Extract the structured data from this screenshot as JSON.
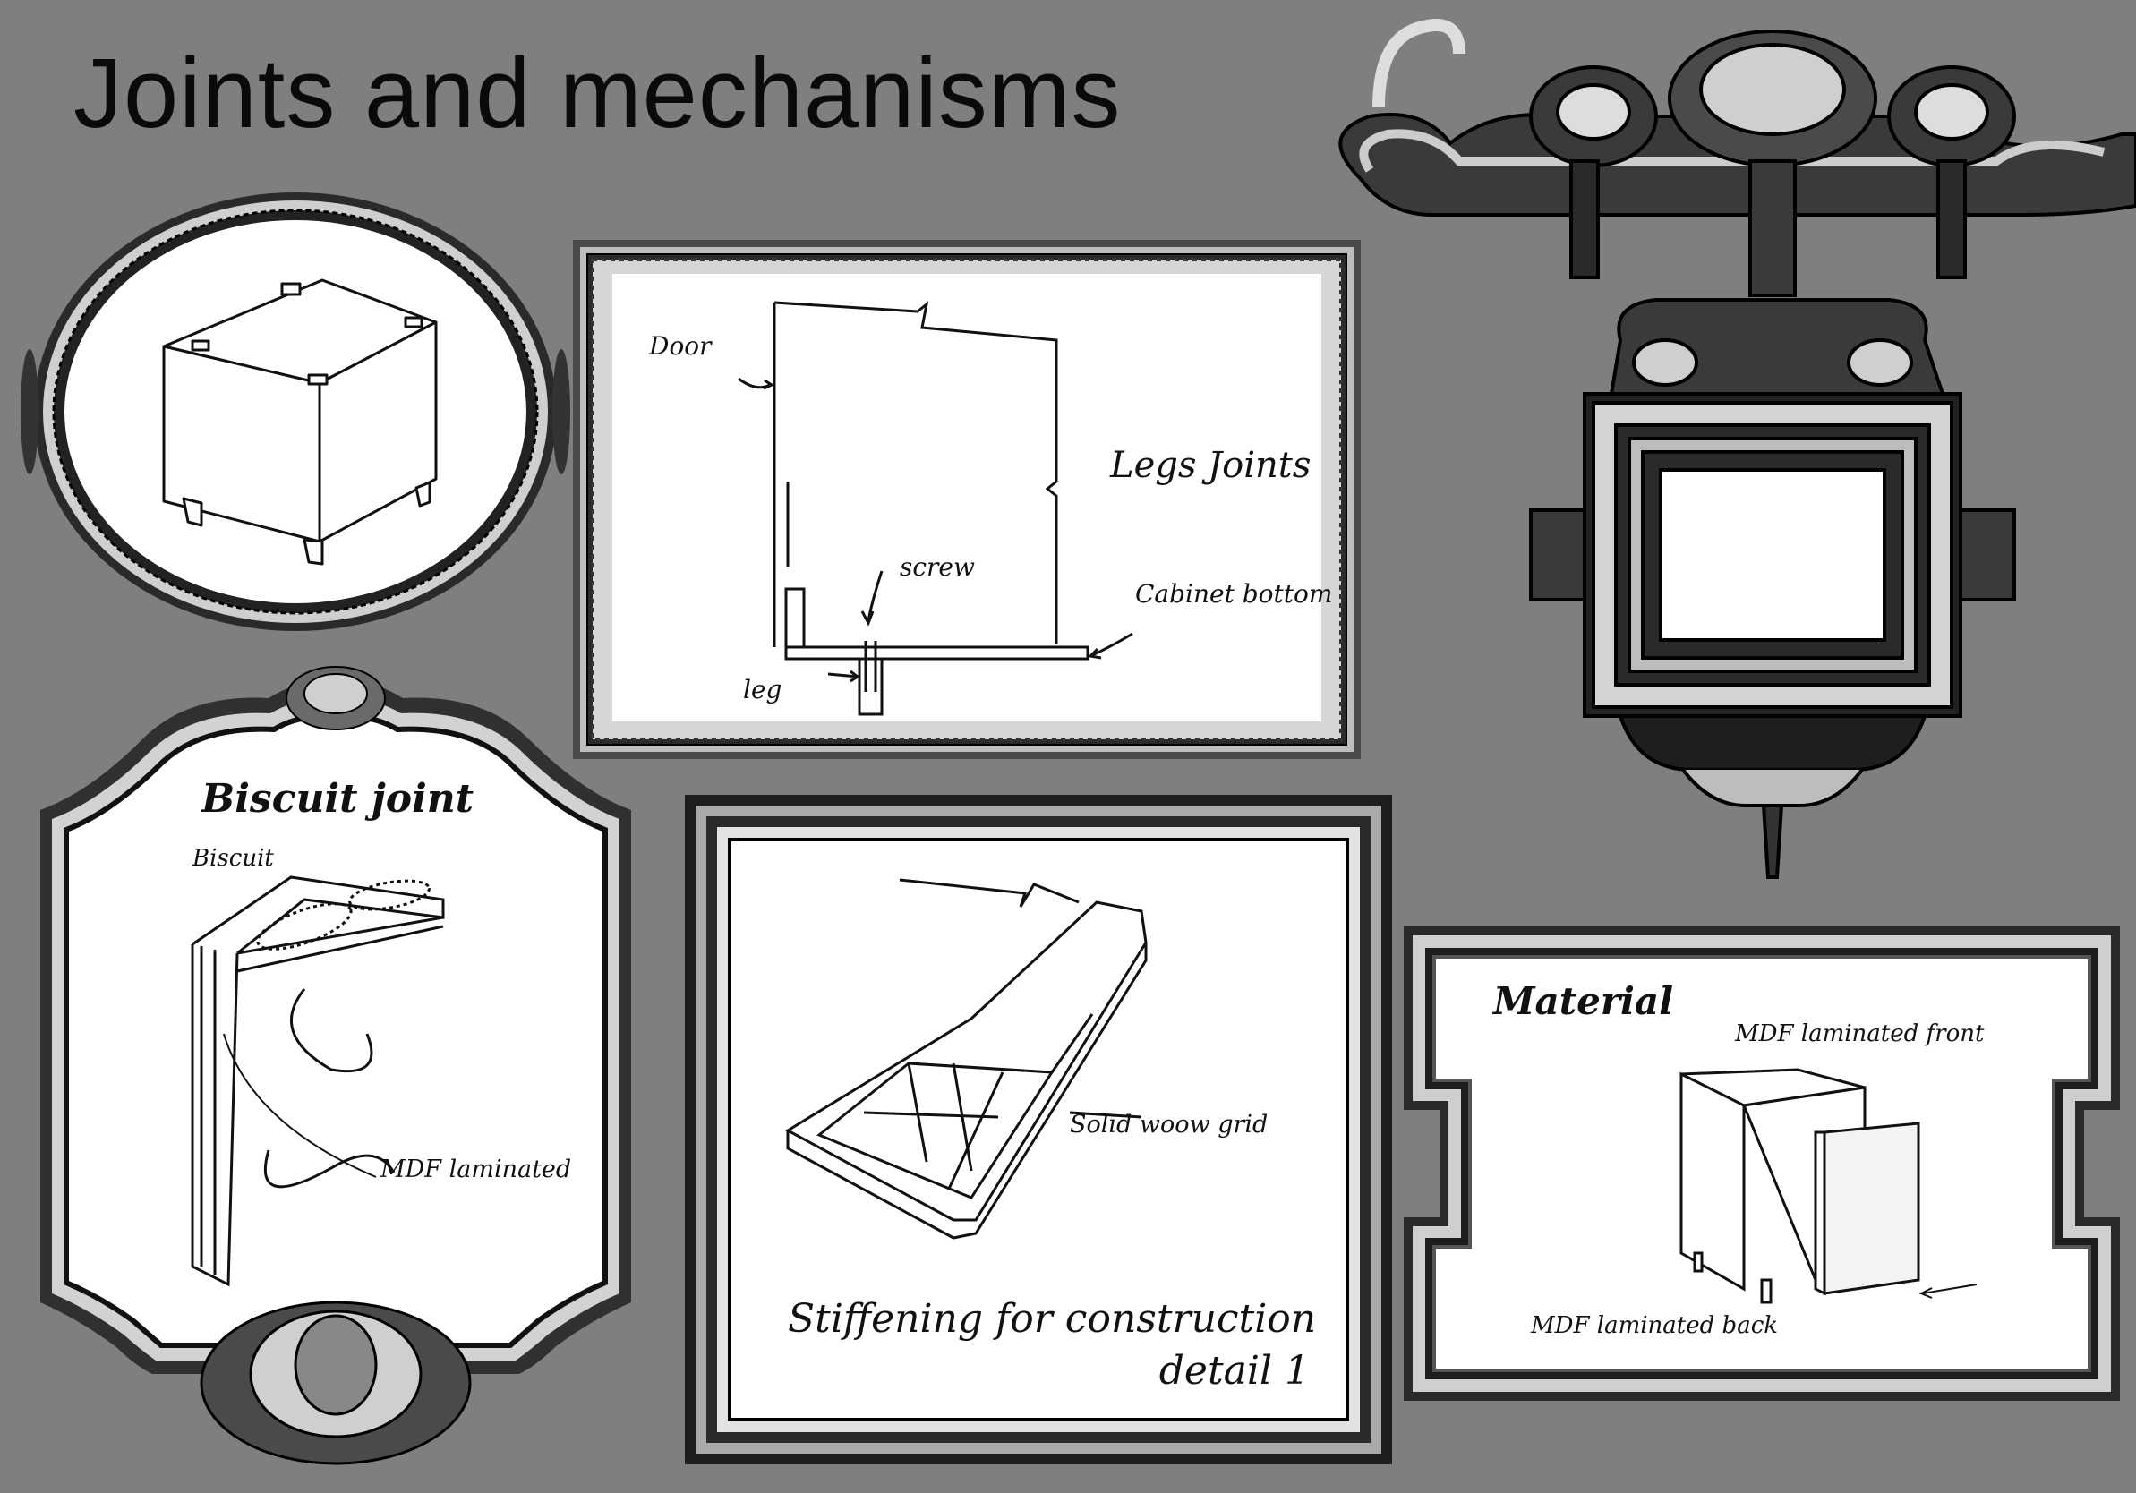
{
  "page": {
    "title": "Joints and mechanisms",
    "background": "#7e7f7e"
  },
  "panels": {
    "cube": {},
    "legs": {
      "heading": "Legs Joints",
      "labels": {
        "door": "Door",
        "screw": "screw",
        "cabinet_bottom": "Cabinet bottom",
        "leg": "leg"
      }
    },
    "biscuit": {
      "heading": "Biscuit joint",
      "labels": {
        "biscuit": "Biscuit",
        "mdf": "MDF laminated"
      }
    },
    "stiffening": {
      "heading_line1": "Stiffening for construction",
      "heading_line2": "detail 1",
      "labels": {
        "grid": "Solid woow grid"
      }
    },
    "material": {
      "heading": "Material",
      "labels": {
        "front": "MDF laminated front",
        "back": "MDF laminated back"
      }
    },
    "ornament": {}
  },
  "colors": {
    "frame_dark": "#1c1c1c",
    "frame_light": "#d8d8d8",
    "paper": "#ffffff",
    "ink": "#111111"
  }
}
